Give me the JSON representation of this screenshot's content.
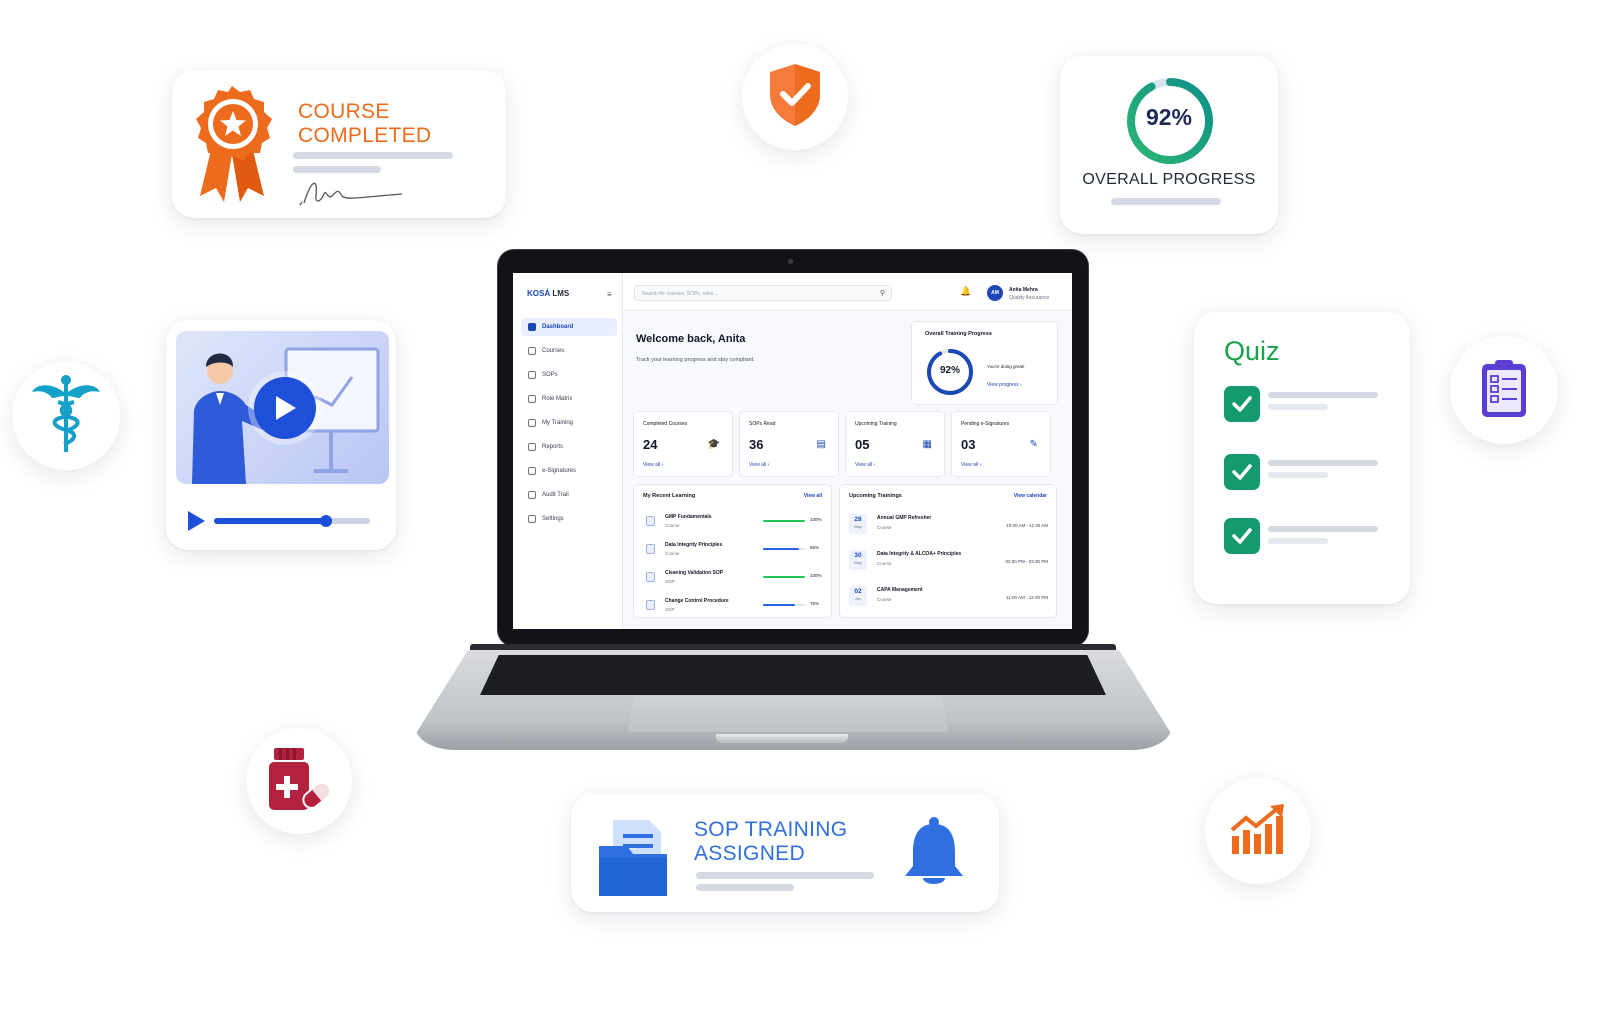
{
  "cards": {
    "course_completed": {
      "line1": "COURSE",
      "line2": "COMPLETED"
    },
    "overall_progress": {
      "value": "92%",
      "label": "OVERALL PROGRESS",
      "fraction": 0.92
    },
    "quiz": {
      "title": "Quiz"
    },
    "sop_training": {
      "line1": "SOP TRAINING",
      "line2": "ASSIGNED"
    },
    "video": {
      "progress_fraction": 0.72
    }
  },
  "icons": [
    "award-ribbon-icon",
    "shield-check-icon",
    "caduceus-icon",
    "clipboard-checklist-icon",
    "medicine-bottle-icon",
    "growth-chart-icon",
    "folder-document-icon",
    "bell-icon",
    "play-icon"
  ],
  "colors": {
    "orange": "#ec6b1c",
    "brand_blue": "#1b48b5",
    "quiz_green": "#149a6e",
    "teal": "#17a99b",
    "sop_blue": "#2f6fe0"
  },
  "app": {
    "logo_a": "KOSÁ",
    "logo_b": " LMS",
    "search_placeholder": "Search for courses, SOPs, roles...",
    "user": {
      "initials": "AM",
      "name": "Anita Mehra",
      "role": "Quality Assurance"
    },
    "nav": [
      "Dashboard",
      "Courses",
      "SOPs",
      "Role Matrix",
      "My Training",
      "Reports",
      "e-Signatures",
      "Audit Trail",
      "Settings"
    ],
    "welcome": "Welcome back, Anita",
    "subtitle": "Track your learning progress and stay compliant.",
    "overall": {
      "title": "Overall Training Progress",
      "value": "92%",
      "message": "You're doing great!",
      "link": "View progress  ›",
      "fraction": 0.92
    },
    "stats": [
      {
        "label": "Completed Courses",
        "value": "24",
        "link": "View all  ›"
      },
      {
        "label": "SOPs Read",
        "value": "36",
        "link": "View all  ›"
      },
      {
        "label": "Upcoming Training",
        "value": "05",
        "link": "View all  ›"
      },
      {
        "label": "Pending e-Signatures",
        "value": "03",
        "link": "View all  ›"
      }
    ],
    "recent": {
      "title": "My Recent Learning",
      "link": "View all",
      "items": [
        {
          "name": "GMP Fundamentals",
          "type": "Course",
          "pct": "100%",
          "fraction": 1.0,
          "color": "#22c55e"
        },
        {
          "name": "Data Integrity Principles",
          "type": "Course",
          "pct": "85%",
          "fraction": 0.85,
          "color": "#2563eb"
        },
        {
          "name": "Cleaning Validation SOP",
          "type": "SOP",
          "pct": "100%",
          "fraction": 1.0,
          "color": "#22c55e"
        },
        {
          "name": "Change Control Procedure",
          "type": "SOP",
          "pct": "75%",
          "fraction": 0.75,
          "color": "#2563eb"
        }
      ]
    },
    "upcoming": {
      "title": "Upcoming Trainings",
      "link": "View calendar",
      "items": [
        {
          "day": "28",
          "month": "May",
          "name": "Annual GMP Refresher",
          "type": "Course",
          "time": "10:00 AM - 11:30 AM"
        },
        {
          "day": "30",
          "month": "May",
          "name": "Data Integrity & ALCOA+ Principles",
          "type": "Course",
          "time": "02:00 PM - 03:30 PM"
        },
        {
          "day": "02",
          "month": "Jun",
          "name": "CAPA Management",
          "type": "Course",
          "time": "11:00 AM - 12:30 PM"
        }
      ]
    }
  }
}
